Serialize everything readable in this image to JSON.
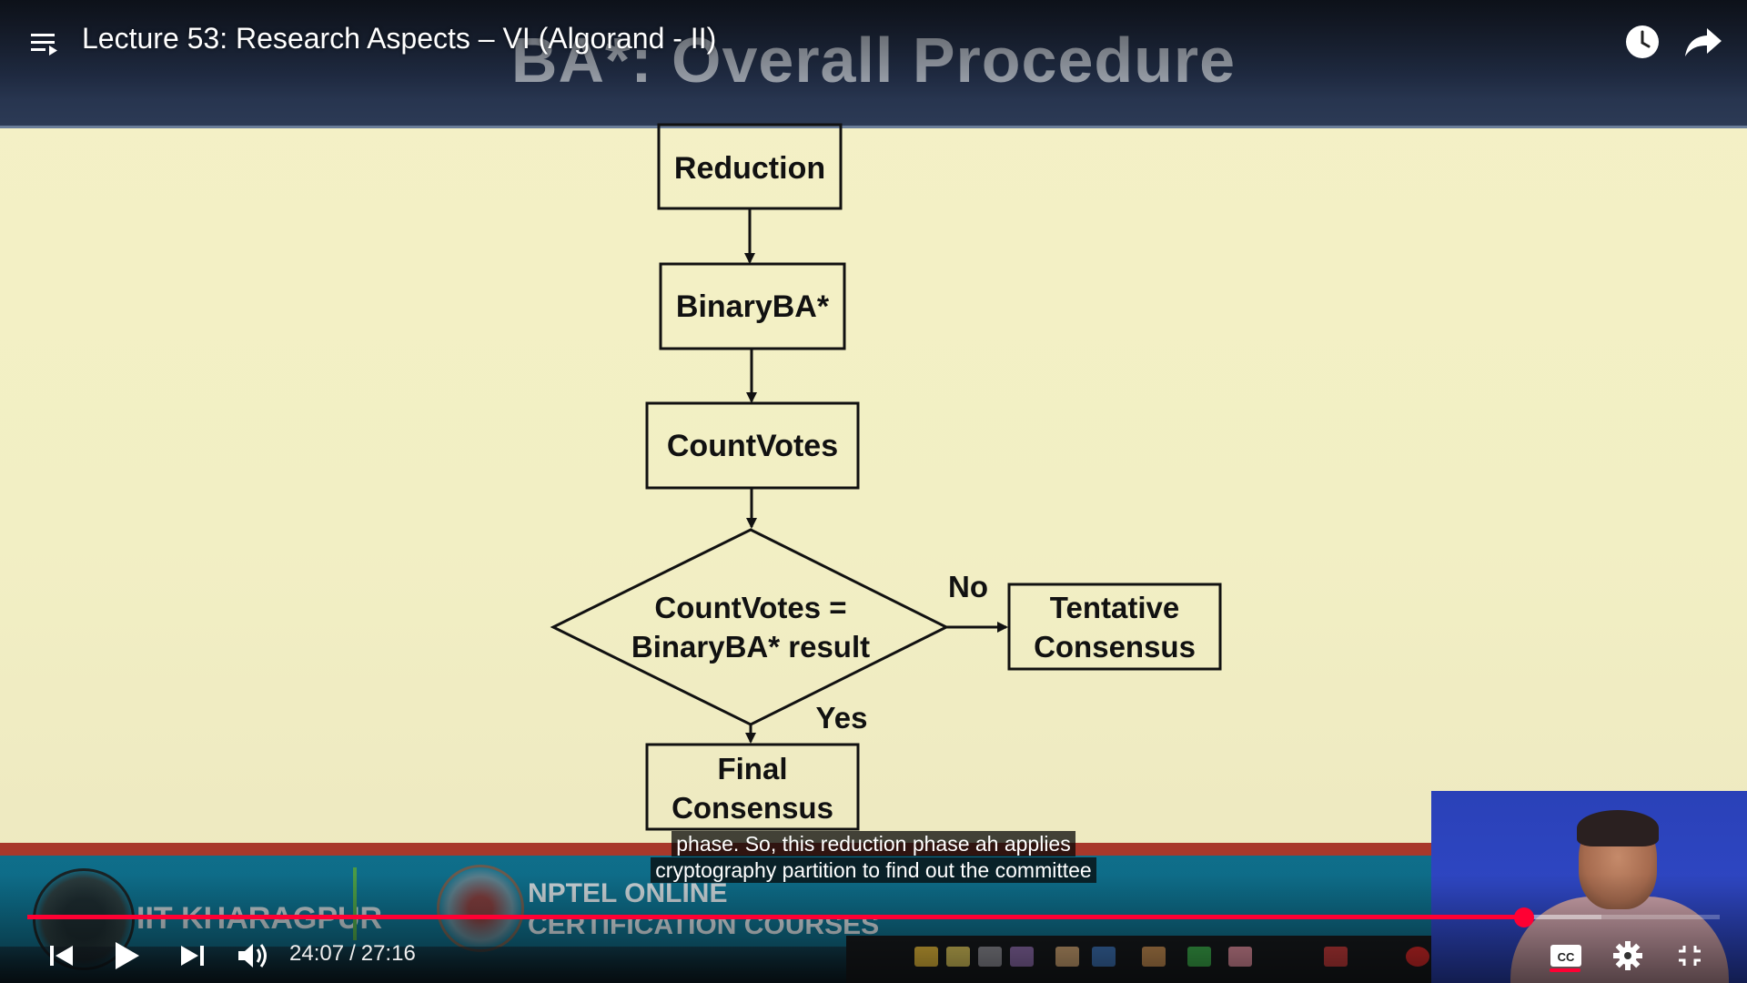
{
  "video": {
    "title": "Lecture 53: Research Aspects – VI (Algorand - II)",
    "current_time": "24:07",
    "duration": "27:16",
    "time_separator": "/",
    "progress_fraction": 0.8845,
    "loaded_fraction": 0.93
  },
  "slide": {
    "title": "BA*: Overall Procedure",
    "flowchart": {
      "nodes": {
        "reduction": "Reduction",
        "binaryba": "BinaryBA*",
        "countvotes": "CountVotes",
        "decision_line1": "CountVotes =",
        "decision_line2": "BinaryBA* result",
        "tentative_line1": "Tentative",
        "tentative_line2": "Consensus",
        "final_line1": "Final",
        "final_line2": "Consensus"
      },
      "edge_labels": {
        "no": "No",
        "yes": "Yes"
      }
    },
    "banner": {
      "institute": "IIT KHARAGPUR",
      "nptel_line1": "NPTEL ONLINE",
      "nptel_line2": "CERTIFICATION COURSES"
    }
  },
  "captions": {
    "line1": "phase. So, this reduction phase ah applies",
    "line2": "cryptography partition to find out the committee"
  },
  "colors": {
    "progress": "#ff0033",
    "slide_bg": "#f4f1c6",
    "slide_header": "#1d2638",
    "banner": "#0f6e8a",
    "banner_accent": "#a8382b",
    "presenter_bg": "#2e46c2"
  },
  "icons": {
    "playlist": "playlist-icon",
    "watch_later": "clock-icon",
    "share": "share-arrow-icon",
    "previous": "skip-previous-icon",
    "play": "play-icon",
    "next": "skip-next-icon",
    "volume": "volume-icon",
    "captions": "cc-icon",
    "settings": "gear-icon",
    "exit_fullscreen": "exit-fullscreen-icon"
  }
}
